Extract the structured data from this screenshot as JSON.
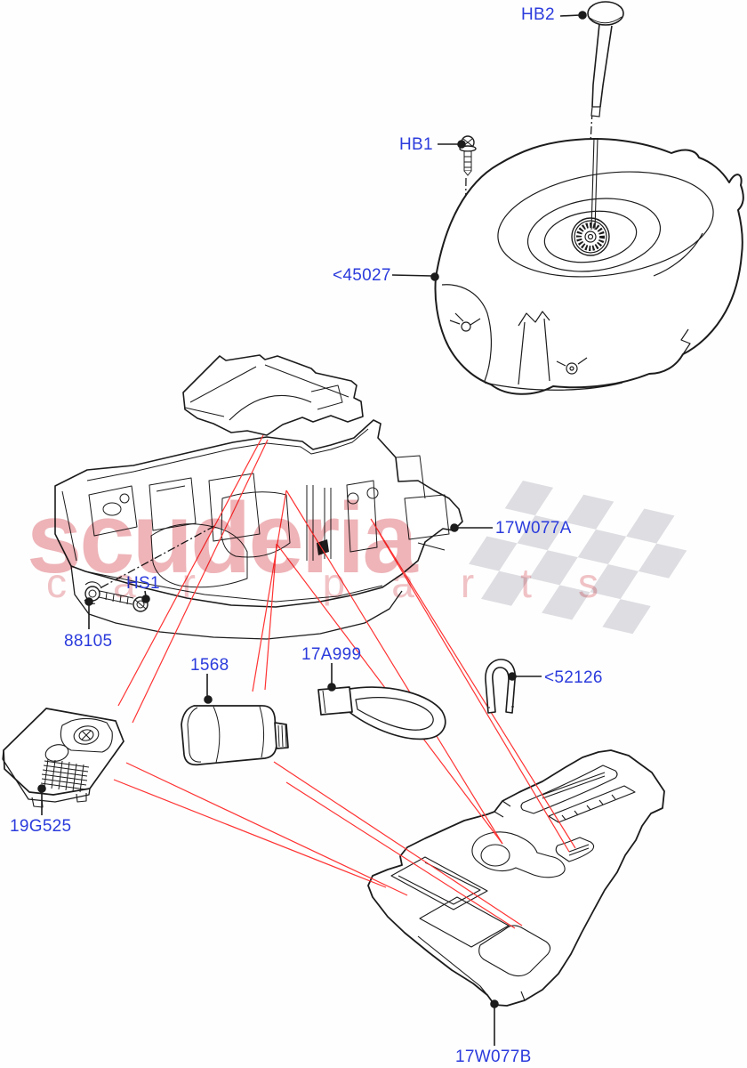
{
  "diagram": {
    "watermark": {
      "brand": "scuderia",
      "letters": "car parts"
    },
    "labels": {
      "hb2": "HB2",
      "hb1": "HB1",
      "cover": "<45027",
      "upper_tray": "17W077A",
      "hs1": "HS1",
      "screw": "88105",
      "sealant": "1568",
      "strap": "17A999",
      "clip": "<52126",
      "compressor": "19G525",
      "lower_tray": "17W077B"
    },
    "colors": {
      "label_blue": "#2b3bdc",
      "leader_red": "#ff3333",
      "watermark_pink": "#eeb4b8",
      "flag_gray": "#d8d8de",
      "line_black": "#1c1c1c"
    }
  }
}
